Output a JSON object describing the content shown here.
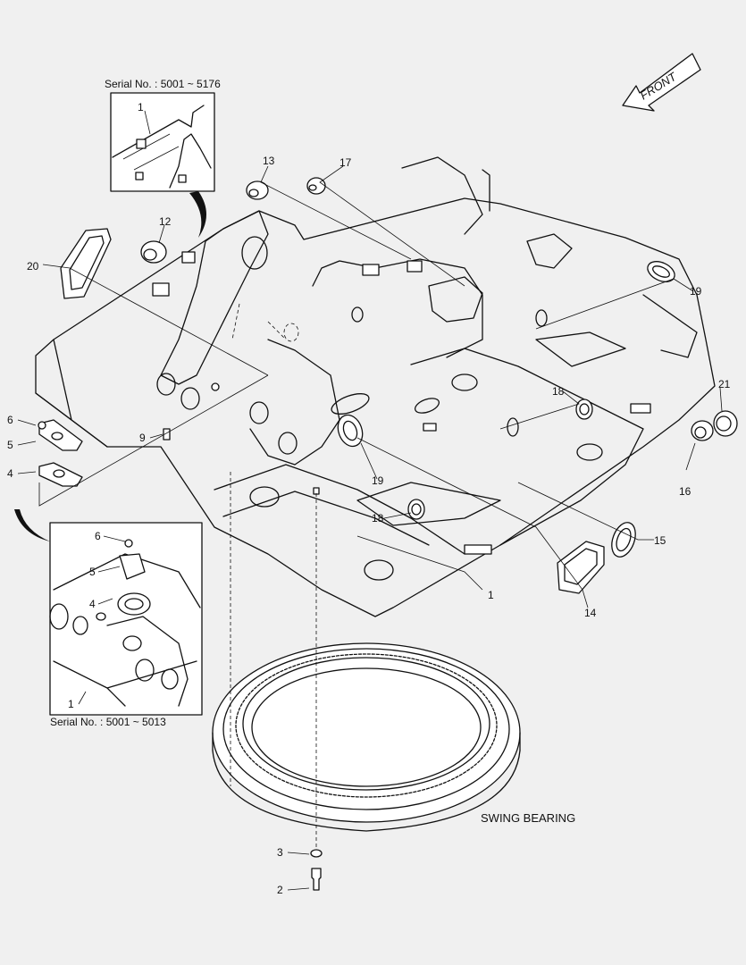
{
  "front_label": "FRONT",
  "serial_top": "Serial No. : 5001 ~ 5176",
  "serial_bottom": "Serial No. : 5001 ~ 5013",
  "swing_bearing": "SWING BEARING",
  "callouts": {
    "c1_inset_top": "1",
    "c1_main": "1",
    "c1_inset_bottom": "1",
    "c2": "2",
    "c3": "3",
    "c4": "4",
    "c5": "5",
    "c6": "6",
    "c4_inset": "4",
    "c5_inset": "5",
    "c6_inset": "6",
    "c9": "9",
    "c12": "12",
    "c13": "13",
    "c14": "14",
    "c15": "15",
    "c16": "16",
    "c17": "17",
    "c18_a": "18",
    "c18_b": "18",
    "c19_a": "19",
    "c19_b": "19",
    "c20": "20",
    "c21": "21"
  },
  "colors": {
    "background": "#f0f0f0",
    "line": "#111111",
    "paper": "#ffffff"
  }
}
